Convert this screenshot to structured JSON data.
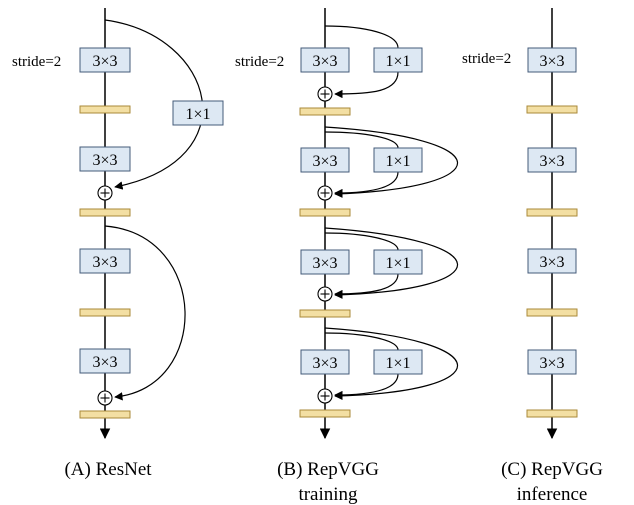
{
  "conv3x3": "3×3",
  "conv1x1": "1×1",
  "stride_label": "stride=2",
  "captions": {
    "resnet": "(A) ResNet",
    "repvgg_training_line1": "(B) RepVGG",
    "repvgg_training_line2": "training",
    "repvgg_inference_line1": "(C) RepVGG",
    "repvgg_inference_line2": "inference"
  },
  "colors": {
    "conv_fill": "#dde8f3",
    "conv_stroke": "#445b7a",
    "bn_fill": "#f3dfa3",
    "bn_stroke": "#a98a3a"
  }
}
